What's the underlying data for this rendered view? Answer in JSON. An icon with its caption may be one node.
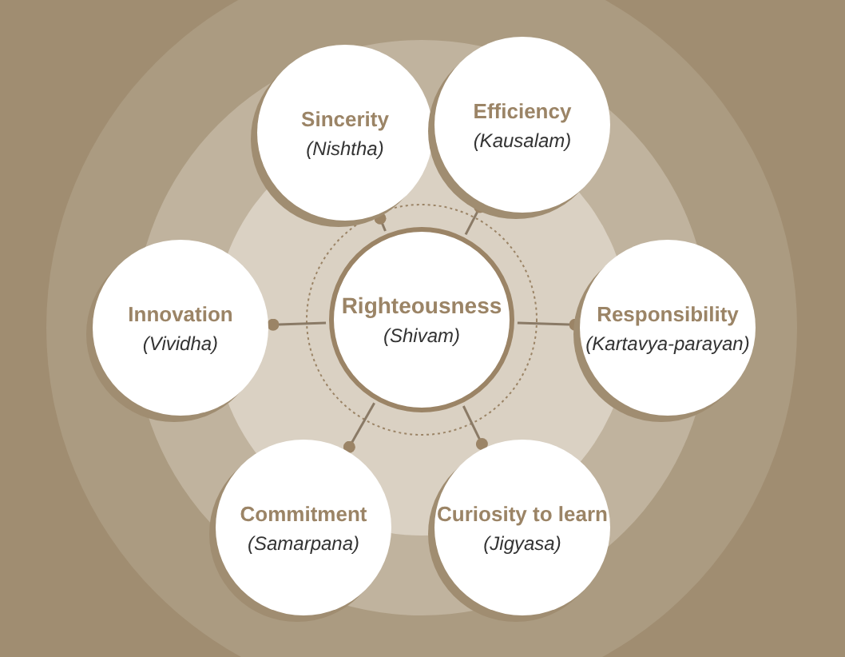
{
  "diagram": {
    "nodes": [
      {
        "text": [
          "Righteousness",
          "(Shivam)"
        ]
      },
      {
        "text": [
          "Sincerity",
          "(Nishtha)"
        ]
      },
      {
        "text": [
          "Efficiency",
          "(Kausalam)"
        ]
      },
      {
        "text": [
          "Innovation",
          "(Vividha)"
        ]
      },
      {
        "text": [
          "Responsibility",
          "(Kartavya-parayan)"
        ]
      },
      {
        "text": [
          "Commitment",
          "(Samarpana)"
        ]
      },
      {
        "text": [
          "Curiosity to learn",
          "(Jigyasa)"
        ]
      }
    ],
    "edges": [
      {
        "from": 0,
        "to": 1,
        "arrow": "other"
      },
      {
        "from": 0,
        "to": 2,
        "arrow": "other"
      },
      {
        "from": 0,
        "to": 3,
        "arrow": "other"
      },
      {
        "from": 0,
        "to": 4,
        "arrow": "other"
      },
      {
        "from": 0,
        "to": 5,
        "arrow": "other"
      },
      {
        "from": 0,
        "to": 6,
        "arrow": "other"
      }
    ]
  }
}
